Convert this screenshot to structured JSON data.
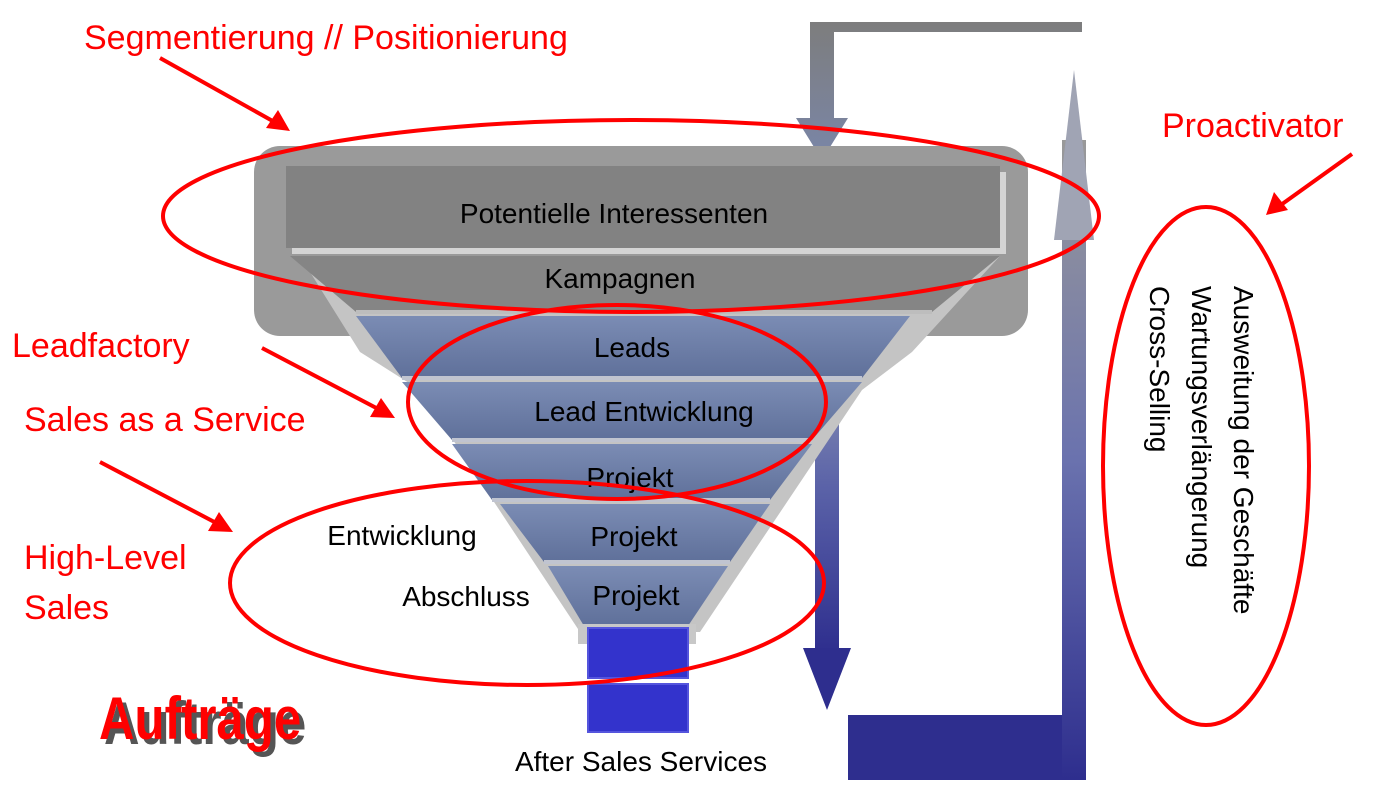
{
  "funnel": {
    "top_label": "Potentielle Interessenten",
    "stages": [
      "Kampagnen",
      "Leads",
      "Lead Entwicklung",
      "Projekt",
      "Projekt",
      "Projekt"
    ],
    "stage_prefixes": {
      "entwicklung": "Entwicklung",
      "abschluss": "Abschluss"
    },
    "bottom_label": "After Sales Services"
  },
  "annotations": {
    "segmentierung": "Segmentierung // Positionierung",
    "leadfactory": "Leadfactory",
    "sales_service": "Sales as a Service",
    "high_level_1": "High-Level",
    "high_level_2": "Sales",
    "proactivator": "Proactivator",
    "auftraege": "Aufträge"
  },
  "vertical_lines": [
    "Ausweitung der Geschäfte",
    "Wartungsverlängerung",
    "Cross-Selling"
  ],
  "colors": {
    "accent": "#ff0000",
    "funnel_blue": "#6f81a8",
    "funnel_grey": "#858585",
    "block_blue": "#3333cc",
    "arrow_dark": "#2e2e8e"
  }
}
